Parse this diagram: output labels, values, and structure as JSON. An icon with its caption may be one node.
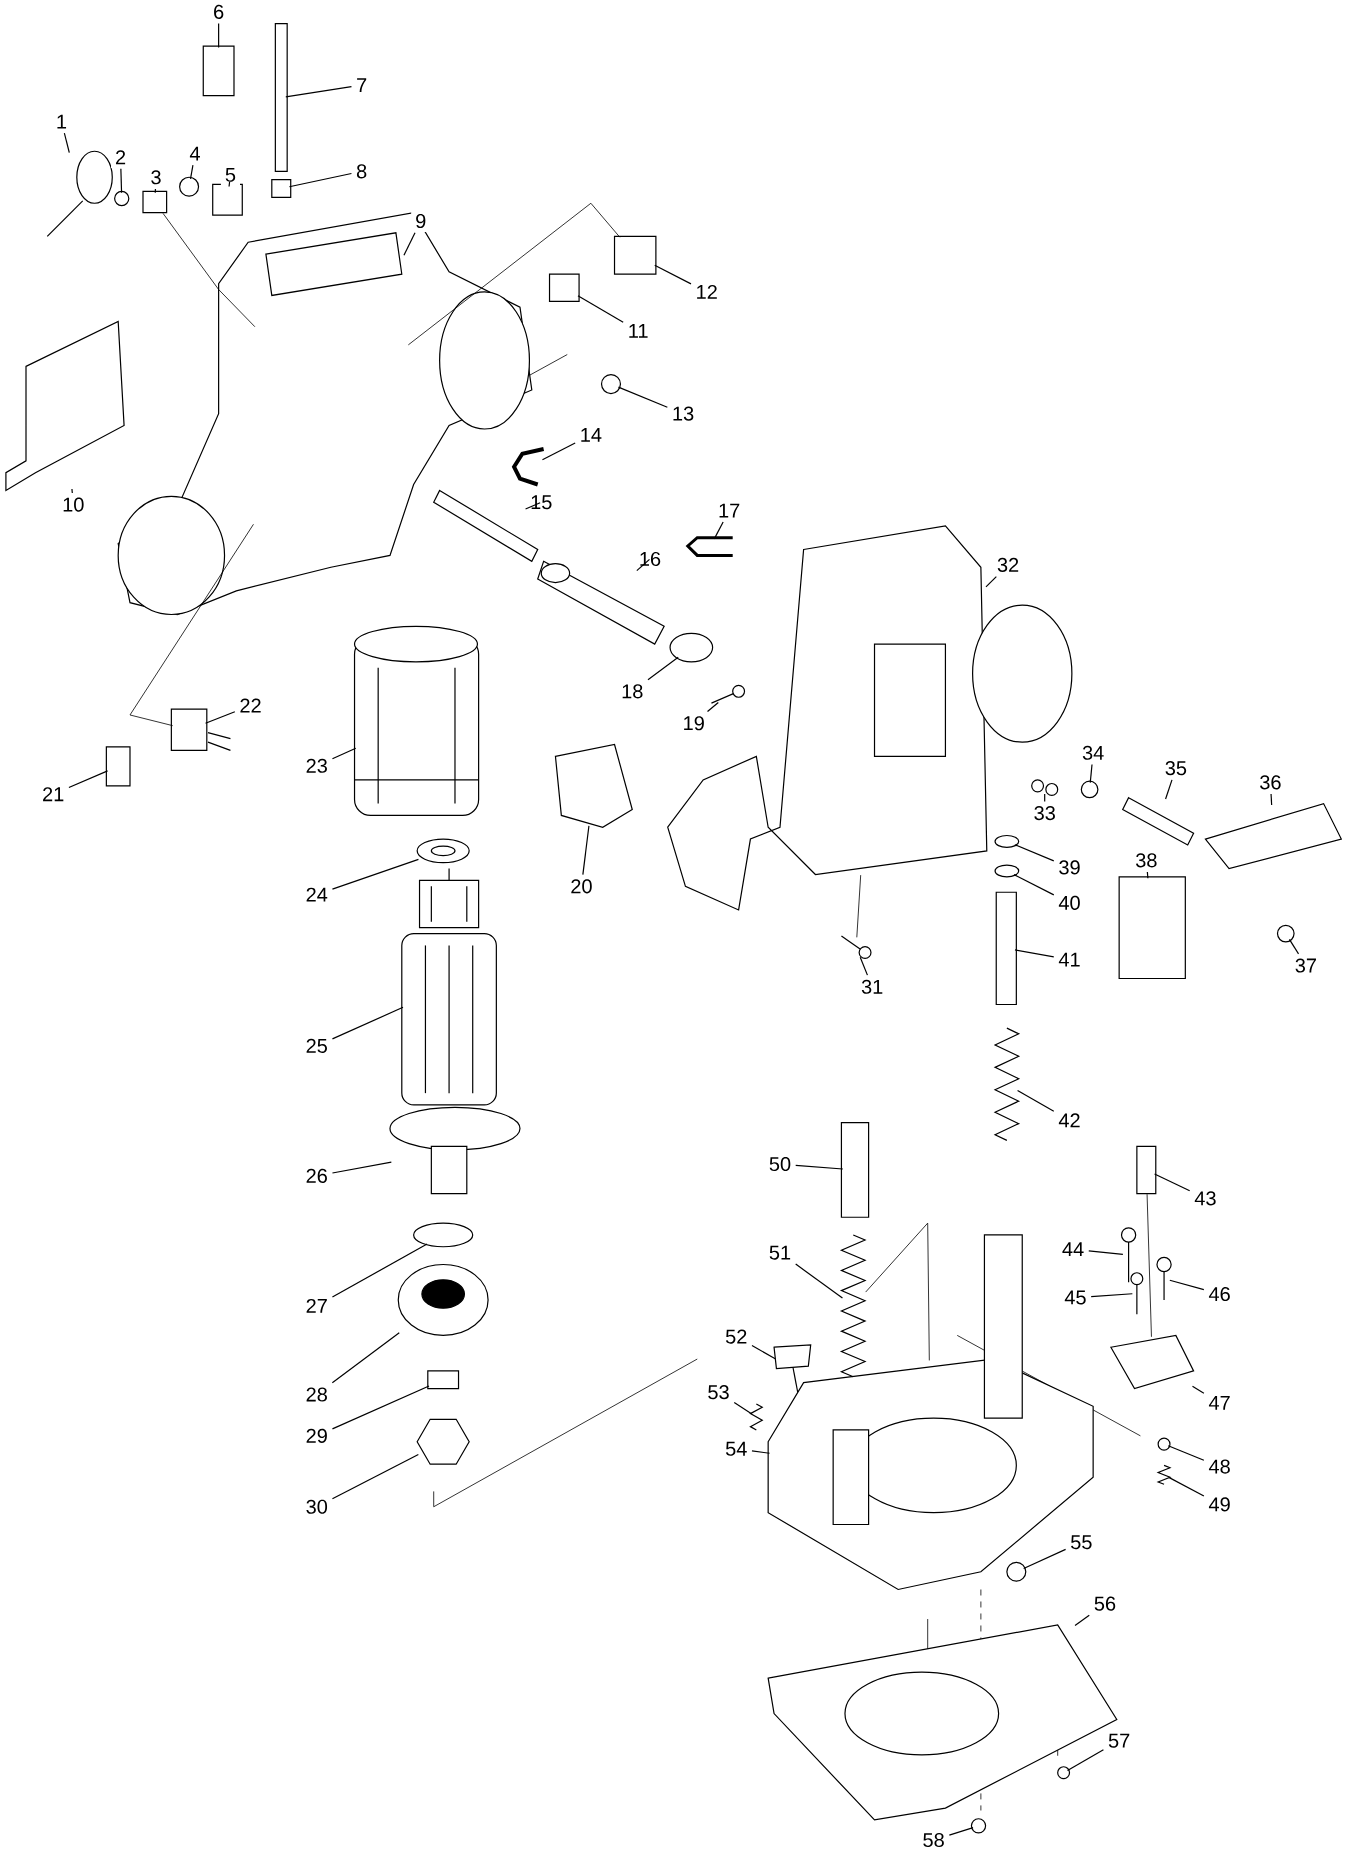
{
  "diagram": {
    "nodes": [
      {
        "text": [
          "1"
        ]
      },
      {
        "text": [
          "2"
        ]
      },
      {
        "text": [
          "3"
        ]
      },
      {
        "text": [
          "4"
        ]
      },
      {
        "text": [
          "5"
        ]
      },
      {
        "text": [
          "6"
        ]
      },
      {
        "text": [
          "7"
        ]
      },
      {
        "text": [
          "8"
        ]
      },
      {
        "text": [
          "9"
        ]
      },
      {
        "text": [
          "10"
        ]
      },
      {
        "text": [
          "11"
        ]
      },
      {
        "text": [
          "12"
        ]
      },
      {
        "text": [
          "13"
        ]
      },
      {
        "text": [
          "14"
        ]
      },
      {
        "text": [
          "15"
        ]
      },
      {
        "text": [
          "16"
        ]
      },
      {
        "text": [
          "17"
        ]
      },
      {
        "text": [
          "18"
        ]
      },
      {
        "text": [
          "19"
        ]
      },
      {
        "text": [
          "20"
        ]
      },
      {
        "text": [
          "21"
        ]
      },
      {
        "text": [
          "22"
        ]
      },
      {
        "text": [
          "23"
        ]
      },
      {
        "text": [
          "24"
        ]
      },
      {
        "text": [
          "25"
        ]
      },
      {
        "text": [
          "26"
        ]
      },
      {
        "text": [
          "27"
        ]
      },
      {
        "text": [
          "28"
        ]
      },
      {
        "text": [
          "29"
        ]
      },
      {
        "text": [
          "30"
        ]
      },
      {
        "text": [
          "31"
        ]
      },
      {
        "text": [
          "32"
        ]
      },
      {
        "text": [
          "33"
        ]
      },
      {
        "text": [
          "34"
        ]
      },
      {
        "text": [
          "35"
        ]
      },
      {
        "text": [
          "36"
        ]
      },
      {
        "text": [
          "37"
        ]
      },
      {
        "text": [
          "38"
        ]
      },
      {
        "text": [
          "39"
        ]
      },
      {
        "text": [
          "40"
        ]
      },
      {
        "text": [
          "41"
        ]
      },
      {
        "text": [
          "42"
        ]
      },
      {
        "text": [
          "43"
        ]
      },
      {
        "text": [
          "44"
        ]
      },
      {
        "text": [
          "45"
        ]
      },
      {
        "text": [
          "46"
        ]
      },
      {
        "text": [
          "47"
        ]
      },
      {
        "text": [
          "48"
        ]
      },
      {
        "text": [
          "49"
        ]
      },
      {
        "text": [
          "50"
        ]
      },
      {
        "text": [
          "51"
        ]
      },
      {
        "text": [
          "52"
        ]
      },
      {
        "text": [
          "53"
        ]
      },
      {
        "text": [
          "54"
        ]
      },
      {
        "text": [
          "55"
        ]
      },
      {
        "text": [
          "56"
        ]
      },
      {
        "text": [
          "57"
        ]
      },
      {
        "text": [
          "58"
        ]
      },
      {
        "text": [],
        "shape": "picture"
      },
      {
        "text": [],
        "shape": "circle"
      },
      {
        "text": [],
        "shape": "box"
      },
      {
        "text": [],
        "shape": "circle"
      },
      {
        "text": [],
        "shape": "box"
      },
      {
        "text": [],
        "shape": "box"
      },
      {
        "text": [],
        "shape": "box"
      },
      {
        "text": [],
        "shape": "box"
      },
      {
        "text": [],
        "shape": "picture"
      },
      {
        "text": [],
        "shape": "picture"
      },
      {
        "text": [],
        "shape": "box"
      },
      {
        "text": [],
        "shape": "box"
      },
      {
        "text": [],
        "shape": "circle"
      },
      {
        "text": [],
        "shape": "picture"
      },
      {
        "text": [],
        "shape": "picture"
      },
      {
        "text": [],
        "shape": "picture"
      },
      {
        "text": [],
        "shape": "picture"
      },
      {
        "text": [],
        "shape": "circle"
      },
      {
        "text": [],
        "shape": "picture"
      },
      {
        "text": [],
        "shape": "picture"
      },
      {
        "text": [],
        "shape": "box"
      },
      {
        "text": [],
        "shape": "box"
      },
      {
        "text": [],
        "shape": "picture"
      },
      {
        "text": [],
        "shape": "picture"
      },
      {
        "text": [],
        "shape": "picture"
      },
      {
        "text": [],
        "shape": "picture"
      },
      {
        "text": [],
        "shape": "circle"
      },
      {
        "text": [],
        "shape": "picture"
      },
      {
        "text": [],
        "shape": "box"
      },
      {
        "text": [],
        "shape": "picture"
      },
      {
        "text": [],
        "shape": "picture"
      },
      {
        "text": [],
        "shape": "picture"
      },
      {
        "text": [],
        "shape": "picture"
      },
      {
        "text": [],
        "shape": "circle"
      },
      {
        "text": [],
        "shape": "picture"
      },
      {
        "text": [],
        "shape": "picture"
      },
      {
        "text": [],
        "shape": "circle"
      },
      {
        "text": [],
        "shape": "box"
      },
      {
        "text": [],
        "shape": "circle"
      },
      {
        "text": [],
        "shape": "circle"
      },
      {
        "text": [],
        "shape": "box"
      },
      {
        "text": [],
        "shape": "picture"
      },
      {
        "text": [],
        "shape": "box"
      },
      {
        "text": [],
        "shape": "picture"
      },
      {
        "text": [],
        "shape": "picture"
      },
      {
        "text": [],
        "shape": "picture"
      },
      {
        "text": [],
        "shape": "picture"
      },
      {
        "text": [],
        "shape": "circle"
      },
      {
        "text": [],
        "shape": "picture"
      },
      {
        "text": [],
        "shape": "box"
      },
      {
        "text": [],
        "shape": "picture"
      },
      {
        "text": [],
        "shape": "picture"
      },
      {
        "text": [],
        "shape": "picture"
      },
      {
        "text": [],
        "shape": "picture"
      },
      {
        "text": [],
        "shape": "circle"
      },
      {
        "text": [],
        "shape": "picture"
      },
      {
        "text": [],
        "shape": "circle"
      },
      {
        "text": [],
        "shape": "circle"
      }
    ],
    "edges": [
      {
        "from": 0,
        "to": 58,
        "arrow": "none"
      },
      {
        "from": 1,
        "to": 59,
        "arrow": "none"
      },
      {
        "from": 2,
        "to": 60,
        "arrow": "none"
      },
      {
        "from": 3,
        "to": 61,
        "arrow": "none"
      },
      {
        "from": 4,
        "to": 62,
        "arrow": "none"
      },
      {
        "from": 5,
        "to": 63,
        "arrow": "none"
      },
      {
        "from": 6,
        "to": 64,
        "arrow": "none"
      },
      {
        "from": 7,
        "to": 65,
        "arrow": "none"
      },
      {
        "from": 8,
        "to": 66,
        "arrow": "none"
      },
      {
        "from": 9,
        "to": 67,
        "arrow": "none"
      },
      {
        "from": 10,
        "to": 68,
        "arrow": "none"
      },
      {
        "from": 11,
        "to": 69,
        "arrow": "none"
      },
      {
        "from": 12,
        "to": 70,
        "arrow": "none"
      },
      {
        "from": 13,
        "to": 71,
        "arrow": "none"
      },
      {
        "from": 14,
        "to": 72,
        "arrow": "none"
      },
      {
        "from": 15,
        "to": 73,
        "arrow": "none"
      },
      {
        "from": 16,
        "to": 74,
        "arrow": "none"
      },
      {
        "from": 17,
        "to": 75,
        "arrow": "none"
      },
      {
        "from": 18,
        "to": 76,
        "arrow": "none"
      },
      {
        "from": 19,
        "to": 77,
        "arrow": "none"
      },
      {
        "from": 20,
        "to": 78,
        "arrow": "none"
      },
      {
        "from": 21,
        "to": 79,
        "arrow": "none"
      },
      {
        "from": 22,
        "to": 80,
        "arrow": "none"
      },
      {
        "from": 23,
        "to": 81,
        "arrow": "none"
      },
      {
        "from": 24,
        "to": 82,
        "arrow": "none"
      },
      {
        "from": 25,
        "to": 83,
        "arrow": "none"
      },
      {
        "from": 26,
        "to": 84,
        "arrow": "none"
      },
      {
        "from": 27,
        "to": 85,
        "arrow": "none"
      },
      {
        "from": 28,
        "to": 86,
        "arrow": "none"
      },
      {
        "from": 29,
        "to": 87,
        "arrow": "none"
      },
      {
        "from": 30,
        "to": 88,
        "arrow": "none"
      },
      {
        "from": 31,
        "to": 89,
        "arrow": "none"
      },
      {
        "from": 32,
        "to": 90,
        "arrow": "none"
      },
      {
        "from": 33,
        "to": 91,
        "arrow": "none"
      },
      {
        "from": 34,
        "to": 92,
        "arrow": "none"
      },
      {
        "from": 35,
        "to": 93,
        "arrow": "none"
      },
      {
        "from": 36,
        "to": 94,
        "arrow": "none"
      },
      {
        "from": 37,
        "to": 95,
        "arrow": "none"
      },
      {
        "from": 38,
        "to": 96,
        "arrow": "none"
      },
      {
        "from": 39,
        "to": 97,
        "arrow": "none"
      },
      {
        "from": 40,
        "to": 98,
        "arrow": "none"
      },
      {
        "from": 41,
        "to": 99,
        "arrow": "none"
      },
      {
        "from": 42,
        "to": 100,
        "arrow": "none"
      },
      {
        "from": 43,
        "to": 101,
        "arrow": "none"
      },
      {
        "from": 44,
        "to": 102,
        "arrow": "none"
      },
      {
        "from": 45,
        "to": 103,
        "arrow": "none"
      },
      {
        "from": 46,
        "to": 104,
        "arrow": "none"
      },
      {
        "from": 47,
        "to": 105,
        "arrow": "none"
      },
      {
        "from": 48,
        "to": 106,
        "arrow": "none"
      },
      {
        "from": 49,
        "to": 107,
        "arrow": "none"
      },
      {
        "from": 50,
        "to": 108,
        "arrow": "none"
      },
      {
        "from": 51,
        "to": 109,
        "arrow": "none"
      },
      {
        "from": 52,
        "to": 110,
        "arrow": "none"
      },
      {
        "from": 53,
        "to": 111,
        "arrow": "none"
      },
      {
        "from": 54,
        "to": 112,
        "arrow": "none"
      },
      {
        "from": 55,
        "to": 113,
        "arrow": "none"
      },
      {
        "from": 56,
        "to": 114,
        "arrow": "none"
      },
      {
        "from": 57,
        "to": 115,
        "arrow": "none"
      },
      {
        "from": 60,
        "to": 66,
        "arrow": "none"
      },
      {
        "from": 66,
        "to": 69,
        "arrow": "none"
      },
      {
        "from": 66,
        "to": 79,
        "arrow": "none"
      },
      {
        "from": 108,
        "to": 111,
        "arrow": "none"
      },
      {
        "from": 100,
        "to": 104,
        "arrow": "none"
      },
      {
        "from": 89,
        "to": 88,
        "arrow": "none"
      }
    ]
  }
}
